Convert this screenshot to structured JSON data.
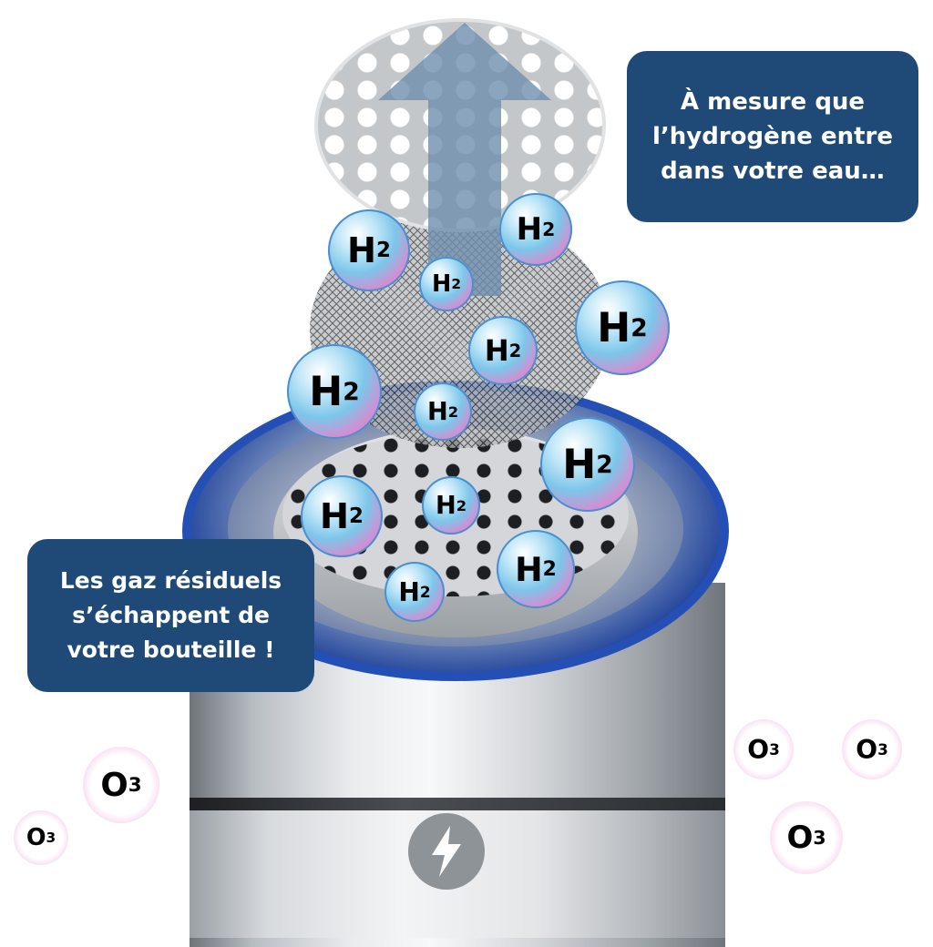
{
  "callouts": {
    "right": "À mesure que l’hydrogène entre dans votre eau…",
    "left": "Les gaz résiduels s’échappent de votre bouteille !"
  },
  "bubbles": {
    "h2": {
      "symbol": "H",
      "subscript": "2"
    },
    "o3": {
      "symbol": "O",
      "subscript": "3"
    }
  },
  "icons": {
    "power": "lightning-bolt-icon",
    "arrow": "up-arrow-icon"
  },
  "colors": {
    "callout_bg": "#1f4a77",
    "ring": "#2450b5"
  }
}
